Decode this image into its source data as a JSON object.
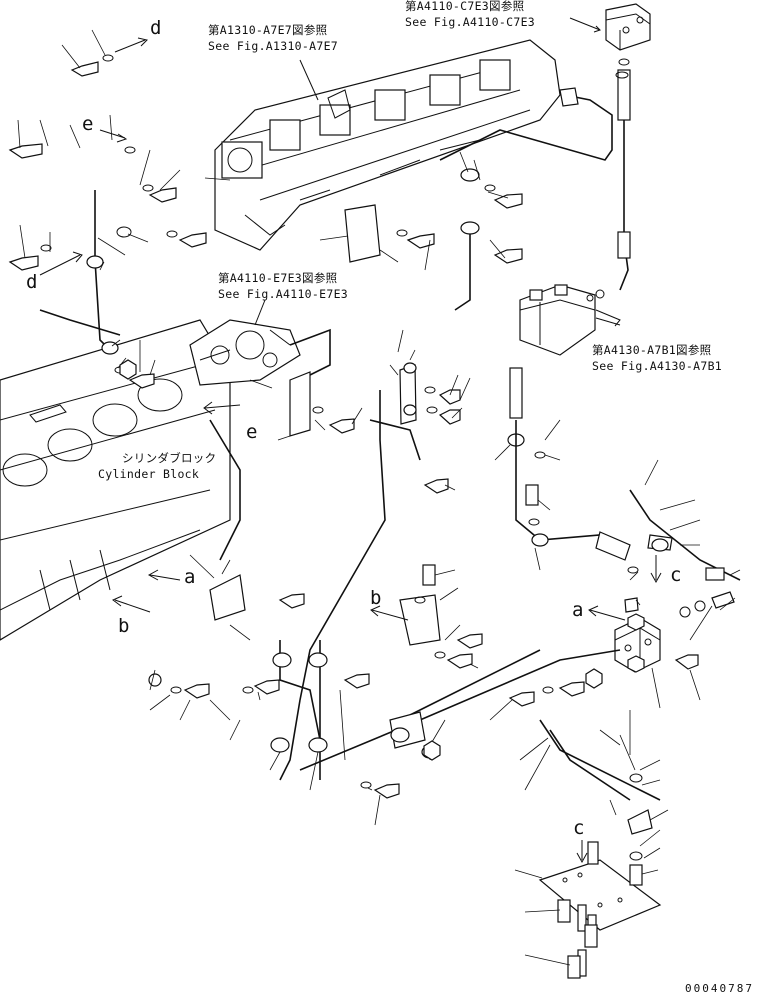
{
  "references": {
    "a1310": {
      "jp": "第A1310-A7E7図参照",
      "en": "See Fig.A1310-A7E7"
    },
    "a4110_c7e3": {
      "jp": "第A4110-C7E3図参照",
      "en": "See Fig.A4110-C7E3"
    },
    "a4110_e7e3": {
      "jp": "第A4110-E7E3図参照",
      "en": "See Fig.A4110-E7E3"
    },
    "a4130": {
      "jp": "第A4130-A7B1図参照",
      "en": "See Fig.A4130-A7B1"
    }
  },
  "cylinder_block": {
    "jp": "シリンダブロック",
    "en": "Cylinder Block"
  },
  "callouts": {
    "d_top": "d",
    "d_left": "d",
    "e_top": "e",
    "e_mid": "e",
    "a_left": "a",
    "a_right": "a",
    "b_left": "b",
    "b_mid": "b",
    "c_right": "c",
    "c_bottom": "c"
  },
  "document_number": "00040787"
}
